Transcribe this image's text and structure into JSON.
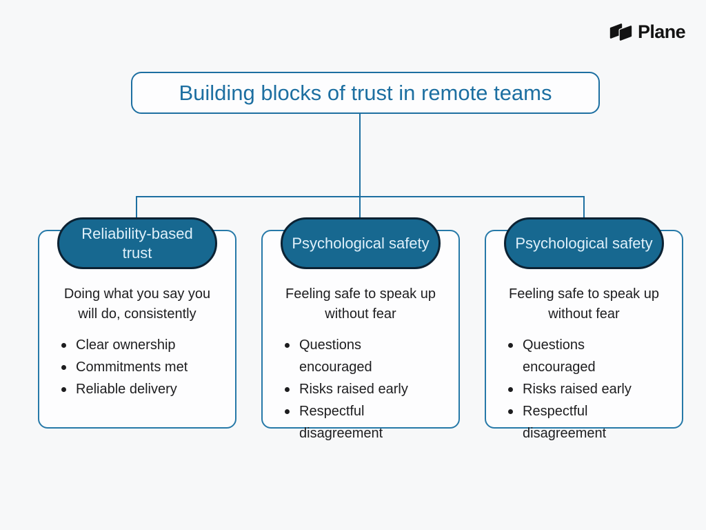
{
  "brand": {
    "name": "Plane"
  },
  "title": "Building blocks of trust in remote teams",
  "colors": {
    "background": "#f7f8f9",
    "accent_blue": "#1d6fa1",
    "pill_fill": "#176890",
    "pill_border": "#0c2233",
    "pill_text": "#dff0fa",
    "card_border": "#2679a8",
    "card_fill": "#fdfdfe",
    "body_text": "#1d1d1f",
    "logo_black": "#131313"
  },
  "cards": [
    {
      "heading": "Reliability-based trust",
      "description": "Doing what you say you will do, consistently",
      "bullets": [
        "Clear ownership",
        "Commitments met",
        "Reliable delivery"
      ]
    },
    {
      "heading": "Psychological safety",
      "description": "Feeling safe to speak up without fear",
      "bullets": [
        "Questions encouraged",
        "Risks raised early",
        "Respectful disagreement"
      ]
    },
    {
      "heading": "Psychological safety",
      "description": "Feeling safe to speak up without fear",
      "bullets": [
        "Questions encouraged",
        "Risks raised early",
        "Respectful disagreement"
      ]
    }
  ]
}
